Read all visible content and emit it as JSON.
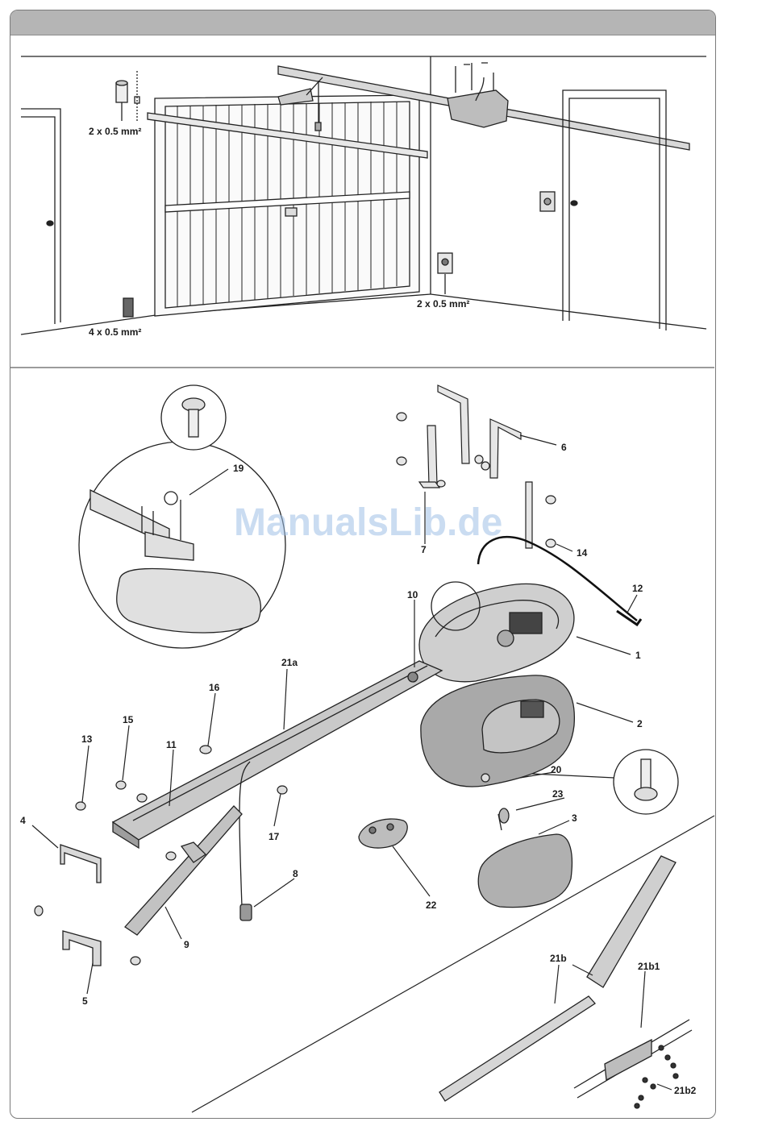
{
  "watermark": "ManualsLib.de",
  "scene": {
    "cable_top_left": "2 x 0.5 mm²",
    "cable_floor": "4 x 0.5 mm²",
    "cable_right": "2 x 0.5 mm²"
  },
  "parts": {
    "p1": "1",
    "p2": "2",
    "p3": "3",
    "p4": "4",
    "p5": "5",
    "p6": "6",
    "p7": "7",
    "p8": "8",
    "p9": "9",
    "p10": "10",
    "p11": "11",
    "p12": "12",
    "p13": "13",
    "p14": "14",
    "p15": "15",
    "p16": "16",
    "p17": "17",
    "p19": "19",
    "p20": "20",
    "p21a": "21a",
    "p21b": "21b",
    "p21b1": "21b1",
    "p21b2": "21b2",
    "p22": "22",
    "p23": "23"
  }
}
